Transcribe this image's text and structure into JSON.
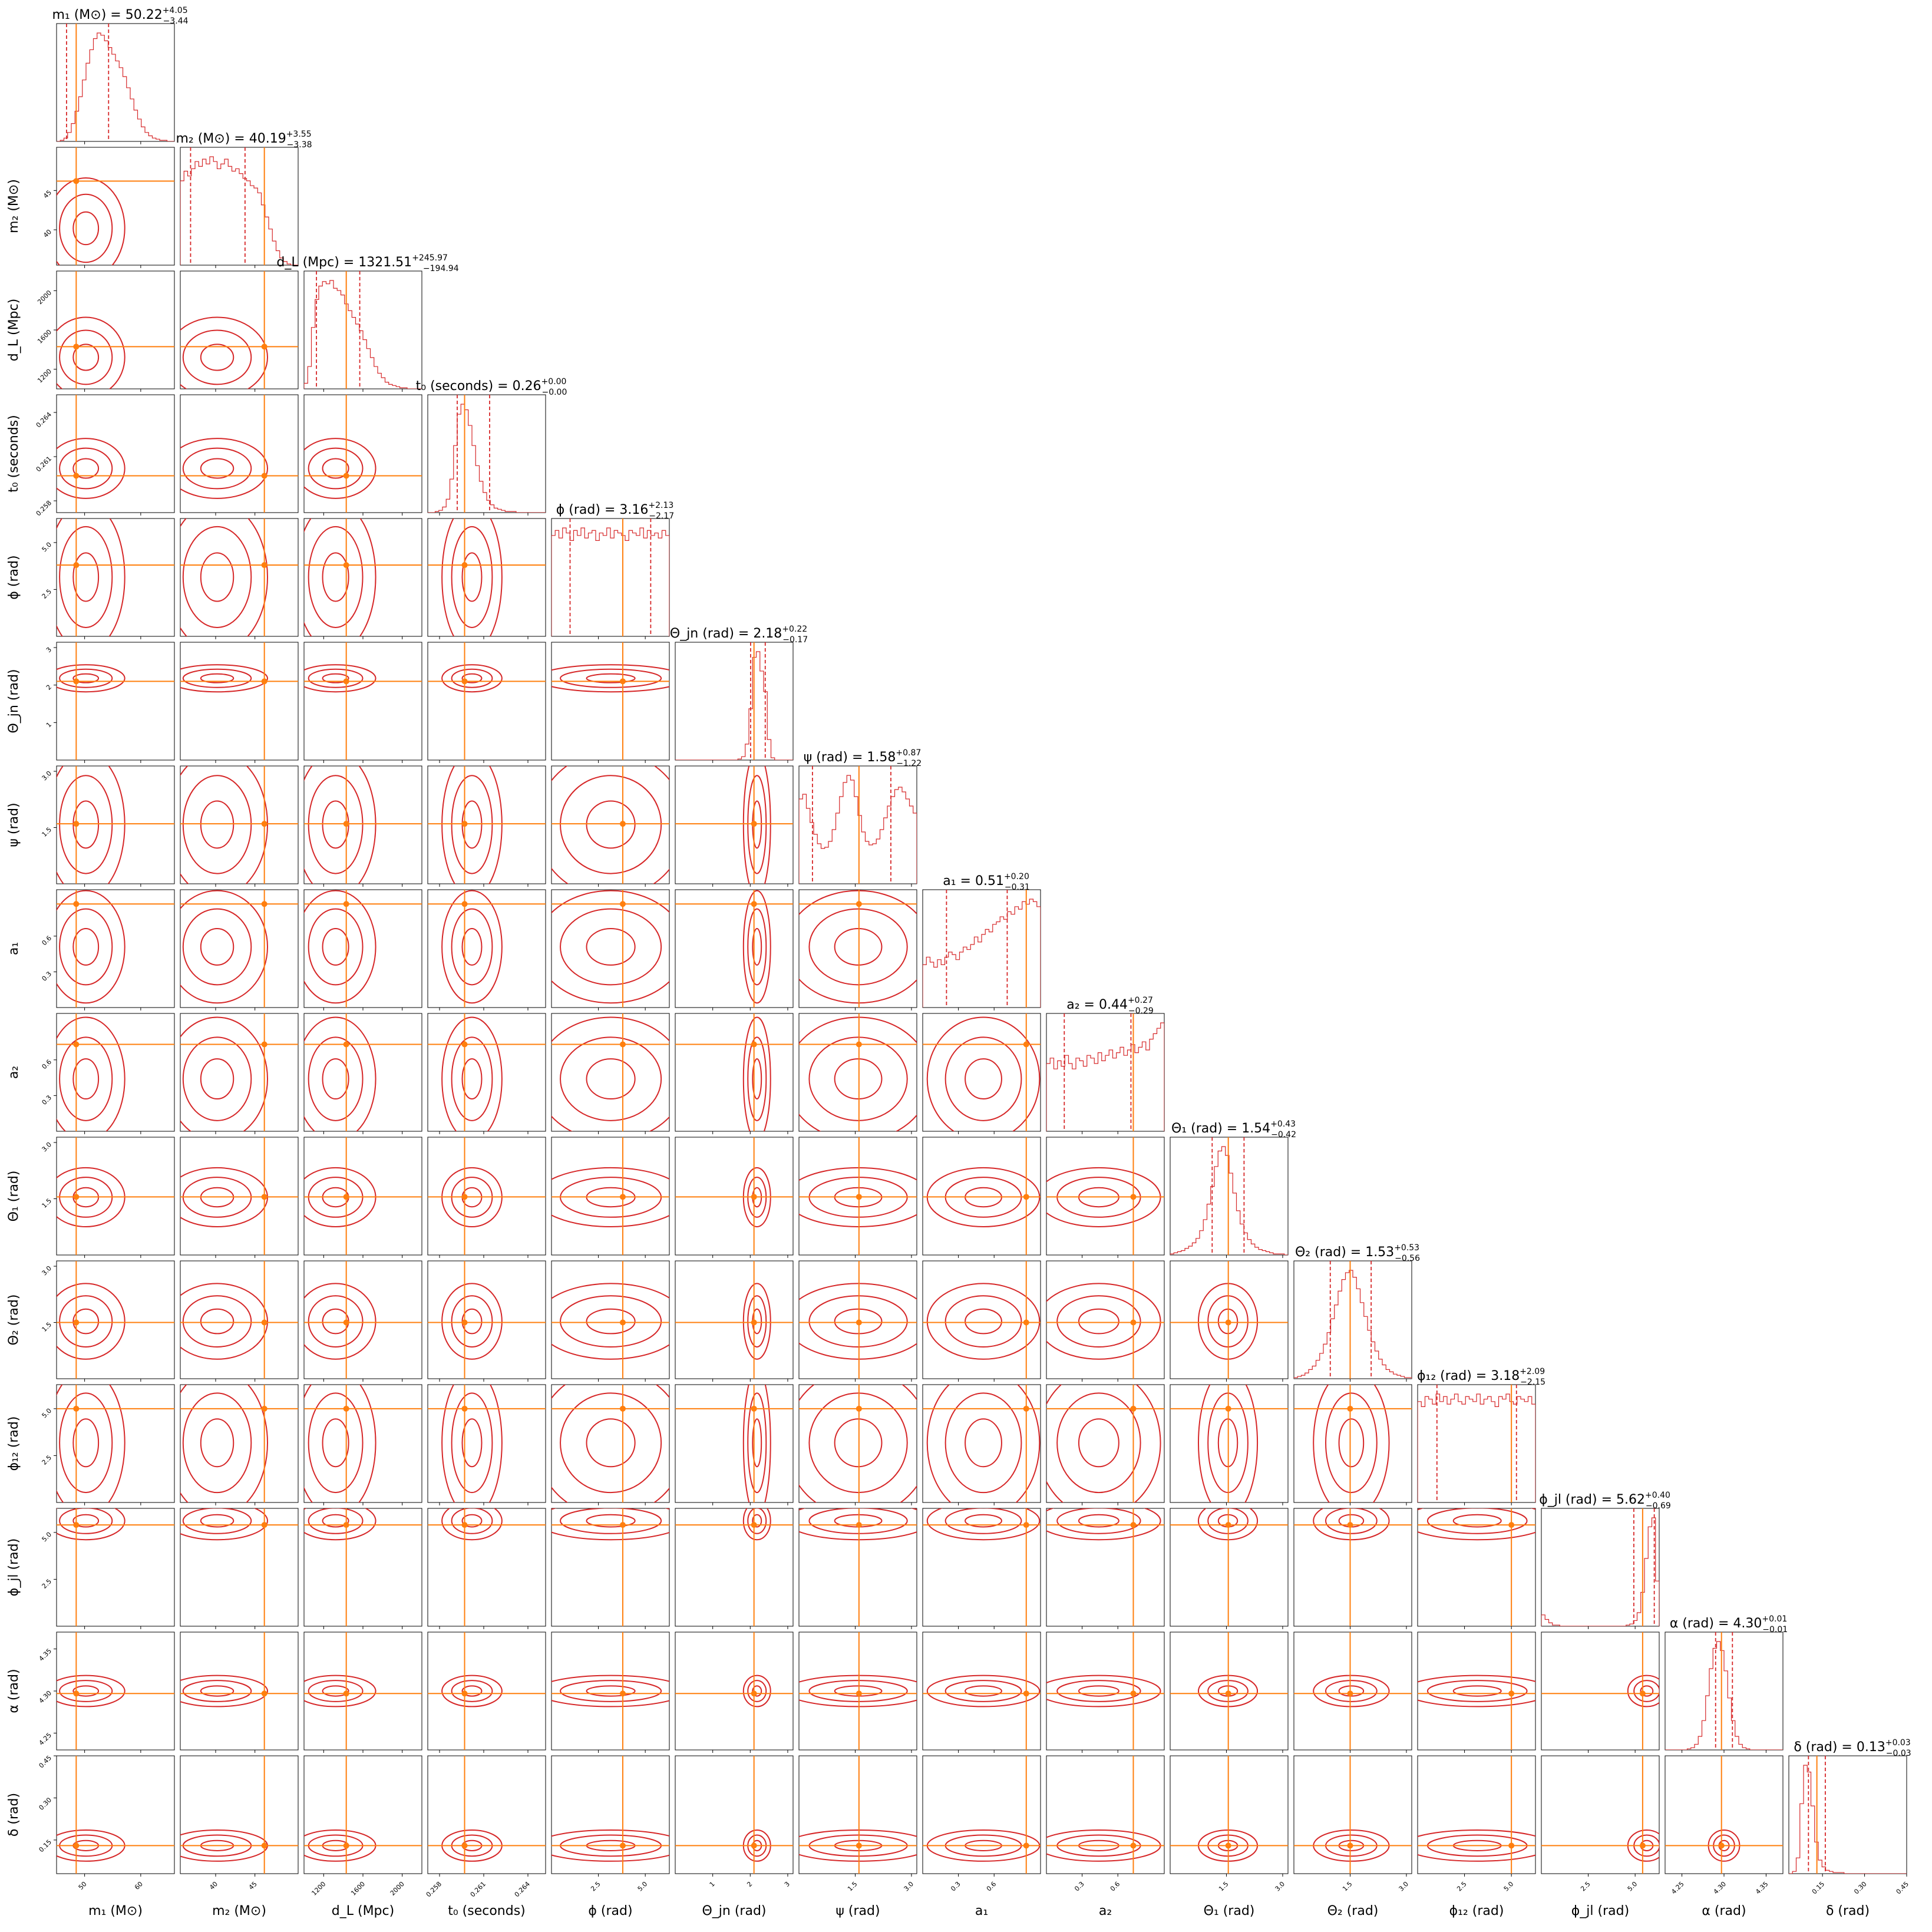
{
  "chart_data": {
    "type": "corner",
    "colors": {
      "contour": "#d62728",
      "truth": "#ff7f0e",
      "axis": "#000000",
      "background": "#ffffff"
    },
    "parameters": [
      {
        "key": "m1",
        "label": "m₁ (M⊙)",
        "title": "m₁ (M⊙) = 50.22",
        "sup": "+4.05",
        "sub": "−3.44",
        "median": 50.22,
        "plus": 4.05,
        "minus": 3.44,
        "range": [
          45,
          66
        ],
        "ticks": [
          {
            "v": 50,
            "t": "50"
          },
          {
            "v": 60,
            "t": "60"
          }
        ],
        "truth": 48.5,
        "hist": [
          0,
          1,
          3,
          8,
          16,
          27,
          40,
          55,
          70,
          82,
          92,
          97,
          95,
          90,
          84,
          78,
          72,
          66,
          58,
          48,
          38,
          28,
          20,
          13,
          8,
          5,
          3,
          2,
          1,
          1,
          0,
          0
        ]
      },
      {
        "key": "m2",
        "label": "m₂ (M⊙)",
        "title": "m₂ (M⊙) = 40.19",
        "sup": "+3.55",
        "sub": "−3.38",
        "median": 40.19,
        "plus": 3.55,
        "minus": 3.38,
        "range": [
          35.5,
          50.5
        ],
        "ticks": [
          {
            "v": 40,
            "t": "40"
          },
          {
            "v": 45,
            "t": "45"
          }
        ],
        "truth": 46.2,
        "hist": [
          70,
          78,
          74,
          80,
          86,
          82,
          88,
          84,
          90,
          86,
          80,
          84,
          88,
          82,
          78,
          80,
          76,
          72,
          70,
          66,
          64,
          60,
          50,
          40,
          30,
          20,
          12,
          6,
          3,
          1,
          0,
          0
        ]
      },
      {
        "key": "dL",
        "label": "d_L (Mpc)",
        "title": "d_L (Mpc) = 1321.51",
        "sup": "+245.97",
        "sub": "−194.94",
        "median": 1321.51,
        "plus": 245.97,
        "minus": 194.94,
        "range": [
          1000,
          2200
        ],
        "ticks": [
          {
            "v": 1200,
            "t": "1200"
          },
          {
            "v": 1600,
            "t": "1600"
          },
          {
            "v": 2000,
            "t": "2000"
          }
        ],
        "truth": 1430,
        "hist": [
          5,
          20,
          55,
          80,
          92,
          96,
          94,
          97,
          90,
          88,
          84,
          76,
          70,
          64,
          58,
          52,
          44,
          36,
          28,
          20,
          14,
          10,
          6,
          4,
          3,
          2,
          1,
          1,
          0,
          0,
          0,
          0
        ]
      },
      {
        "key": "t0",
        "label": "t₀ (seconds)",
        "title": "t₀ (seconds) = 0.26",
        "sup": "+0.00",
        "sub": "−0.00",
        "median": 0.2602,
        "plus": 0.0012,
        "minus": 0.001,
        "range": [
          0.2572,
          0.2652
        ],
        "ticks": [
          {
            "v": 0.258,
            "t": "0.258"
          },
          {
            "v": 0.261,
            "t": "0.261"
          },
          {
            "v": 0.264,
            "t": "0.264"
          }
        ],
        "truth": 0.2597,
        "hist": [
          0,
          0,
          1,
          2,
          5,
          12,
          30,
          60,
          88,
          97,
          92,
          78,
          60,
          42,
          28,
          18,
          11,
          7,
          4,
          3,
          2,
          1,
          1,
          1,
          0,
          0,
          0,
          0,
          0,
          0,
          0,
          0
        ]
      },
      {
        "key": "phi",
        "label": "ϕ (rad)",
        "title": "ϕ (rad) = 3.16",
        "sup": "+2.13",
        "sub": "−2.17",
        "median": 3.16,
        "plus": 2.13,
        "minus": 2.17,
        "range": [
          0,
          6.283
        ],
        "ticks": [
          {
            "v": 2.5,
            "t": "2.5"
          },
          {
            "v": 5.0,
            "t": "5.0"
          }
        ],
        "truth": 3.8,
        "hist": [
          80,
          84,
          78,
          86,
          82,
          76,
          84,
          80,
          86,
          78,
          82,
          84,
          76,
          82,
          80,
          86,
          78,
          84,
          82,
          80,
          76,
          84,
          82,
          80,
          86,
          78,
          84,
          80,
          82,
          78,
          84,
          80
        ]
      },
      {
        "key": "thetajn",
        "label": "Θ_jn (rad)",
        "title": "Θ_jn (rad) = 2.18",
        "sup": "+0.22",
        "sub": "−0.17",
        "median": 2.18,
        "plus": 0.22,
        "minus": 0.17,
        "range": [
          0,
          3.142
        ],
        "ticks": [
          {
            "v": 1,
            "t": "1"
          },
          {
            "v": 2,
            "t": "2"
          },
          {
            "v": 3,
            "t": "3"
          }
        ],
        "truth": 2.1,
        "hist": [
          0,
          0,
          0,
          0,
          0,
          0,
          0,
          0,
          0,
          0,
          0,
          0,
          0,
          0,
          0,
          0,
          0,
          1,
          3,
          14,
          45,
          90,
          95,
          78,
          60,
          18,
          2,
          0,
          0,
          0,
          0,
          0
        ]
      },
      {
        "key": "psi",
        "label": "ψ (rad)",
        "title": "ψ (rad) = 1.58",
        "sup": "+0.87",
        "sub": "−1.22",
        "median": 1.58,
        "plus": 0.87,
        "minus": 1.22,
        "range": [
          0,
          3.142
        ],
        "ticks": [
          {
            "v": 1.5,
            "t": "1.5"
          },
          {
            "v": 3.0,
            "t": "3.0"
          }
        ],
        "truth": 1.6,
        "hist": [
          72,
          76,
          64,
          52,
          42,
          34,
          30,
          31,
          36,
          46,
          60,
          74,
          86,
          92,
          88,
          74,
          58,
          44,
          36,
          33,
          34,
          38,
          46,
          56,
          66,
          74,
          80,
          82,
          78,
          72,
          66,
          60
        ]
      },
      {
        "key": "a1",
        "label": "a₁",
        "title": "a₁ = 0.51",
        "sup": "+0.20",
        "sub": "−0.31",
        "median": 0.51,
        "plus": 0.2,
        "minus": 0.31,
        "range": [
          0,
          0.99
        ],
        "ticks": [
          {
            "v": 0.3,
            "t": "0.3"
          },
          {
            "v": 0.6,
            "t": "0.6"
          }
        ],
        "truth": 0.87,
        "hist": [
          34,
          40,
          36,
          32,
          38,
          34,
          40,
          44,
          42,
          38,
          44,
          48,
          46,
          50,
          56,
          52,
          58,
          62,
          60,
          66,
          68,
          72,
          70,
          76,
          74,
          80,
          78,
          84,
          82,
          86,
          84,
          80
        ]
      },
      {
        "key": "a2",
        "label": "a₂",
        "title": "a₂ = 0.44",
        "sup": "+0.27",
        "sub": "−0.29",
        "median": 0.44,
        "plus": 0.27,
        "minus": 0.29,
        "range": [
          0,
          0.99
        ],
        "ticks": [
          {
            "v": 0.3,
            "t": "0.3"
          },
          {
            "v": 0.6,
            "t": "0.6"
          }
        ],
        "truth": 0.73,
        "hist": [
          50,
          54,
          46,
          52,
          48,
          56,
          50,
          46,
          54,
          52,
          48,
          56,
          54,
          50,
          58,
          52,
          56,
          60,
          54,
          58,
          62,
          56,
          60,
          64,
          58,
          62,
          66,
          60,
          68,
          72,
          76,
          80
        ]
      },
      {
        "key": "theta1",
        "label": "Θ₁ (rad)",
        "title": "Θ₁ (rad) = 1.54",
        "sup": "+0.43",
        "sub": "−0.42",
        "median": 1.54,
        "plus": 0.43,
        "minus": 0.42,
        "range": [
          0,
          3.142
        ],
        "ticks": [
          {
            "v": 1.5,
            "t": "1.5"
          },
          {
            "v": 3.0,
            "t": "3.0"
          }
        ],
        "truth": 1.55,
        "hist": [
          1,
          2,
          3,
          4,
          6,
          8,
          11,
          15,
          22,
          32,
          46,
          62,
          80,
          94,
          98,
          90,
          74,
          56,
          40,
          28,
          20,
          14,
          10,
          7,
          5,
          4,
          3,
          2,
          1,
          1,
          1,
          0
        ]
      },
      {
        "key": "theta2",
        "label": "Θ₂ (rad)",
        "title": "Θ₂ (rad) = 1.53",
        "sup": "+0.53",
        "sub": "−0.56",
        "median": 1.53,
        "plus": 0.53,
        "minus": 0.56,
        "range": [
          0,
          3.142
        ],
        "ticks": [
          {
            "v": 1.5,
            "t": "1.5"
          },
          {
            "v": 3.0,
            "t": "3.0"
          }
        ],
        "truth": 1.5,
        "hist": [
          1,
          2,
          3,
          5,
          8,
          11,
          16,
          22,
          30,
          40,
          52,
          64,
          76,
          86,
          92,
          94,
          88,
          78,
          66,
          54,
          42,
          32,
          24,
          17,
          12,
          8,
          6,
          4,
          3,
          2,
          1,
          1
        ]
      },
      {
        "key": "phi12",
        "label": "ϕ₁₂ (rad)",
        "title": "ϕ₁₂ (rad) = 3.18",
        "sup": "+2.09",
        "sub": "−2.15",
        "median": 3.18,
        "plus": 2.09,
        "minus": 2.15,
        "range": [
          0,
          6.283
        ],
        "ticks": [
          {
            "v": 2.5,
            "t": "2.5"
          },
          {
            "v": 5.0,
            "t": "5.0"
          }
        ],
        "truth": 5.0,
        "hist": [
          80,
          76,
          84,
          82,
          78,
          86,
          80,
          84,
          78,
          82,
          86,
          80,
          78,
          84,
          82,
          80,
          86,
          78,
          82,
          84,
          80,
          76,
          84,
          82,
          86,
          80,
          78,
          84,
          82,
          80,
          84,
          78
        ]
      },
      {
        "key": "phijl",
        "label": "ϕ_jl (rad)",
        "title": "ϕ_jl (rad) = 5.62",
        "sup": "+0.40",
        "sub": "−0.69",
        "median": 5.62,
        "plus": 0.4,
        "minus": 0.69,
        "range": [
          0,
          6.283
        ],
        "ticks": [
          {
            "v": 2.5,
            "t": "2.5"
          },
          {
            "v": 5.0,
            "t": "5.0"
          }
        ],
        "truth": 5.4,
        "hist": [
          10,
          6,
          3,
          1,
          1,
          0,
          0,
          0,
          0,
          0,
          0,
          0,
          0,
          0,
          0,
          0,
          0,
          0,
          0,
          0,
          0,
          0,
          0,
          1,
          2,
          5,
          12,
          30,
          60,
          88,
          96,
          40
        ]
      },
      {
        "key": "alpha",
        "label": "α (rad)",
        "title": "α (rad) = 4.30",
        "sup": "+0.01",
        "sub": "−0.01",
        "median": 4.3,
        "plus": 0.01,
        "minus": 0.01,
        "range": [
          4.23,
          4.37
        ],
        "ticks": [
          {
            "v": 4.25,
            "t": "4.25"
          },
          {
            "v": 4.3,
            "t": "4.30"
          },
          {
            "v": 4.35,
            "t": "4.35"
          }
        ],
        "truth": 4.297,
        "hist": [
          0,
          0,
          0,
          0,
          0,
          0,
          1,
          2,
          5,
          12,
          26,
          48,
          72,
          90,
          96,
          88,
          70,
          46,
          26,
          12,
          5,
          2,
          1,
          0,
          0,
          0,
          0,
          0,
          0,
          0,
          0,
          0
        ]
      },
      {
        "key": "delta",
        "label": "δ (rad)",
        "title": "δ (rad) = 0.13",
        "sup": "+0.03",
        "sub": "−0.03",
        "median": 0.13,
        "plus": 0.03,
        "minus": 0.03,
        "range": [
          0.03,
          0.45
        ],
        "ticks": [
          {
            "v": 0.15,
            "t": "0.15"
          },
          {
            "v": 0.3,
            "t": "0.30"
          },
          {
            "v": 0.45,
            "t": "0.45"
          }
        ],
        "truth": 0.13,
        "hist": [
          0,
          2,
          14,
          62,
          96,
          90,
          60,
          28,
          12,
          6,
          3,
          2,
          1,
          1,
          1,
          0,
          0,
          0,
          0,
          0,
          0,
          0,
          0,
          0,
          0,
          0,
          0,
          0,
          0,
          0,
          0,
          0
        ]
      }
    ]
  }
}
